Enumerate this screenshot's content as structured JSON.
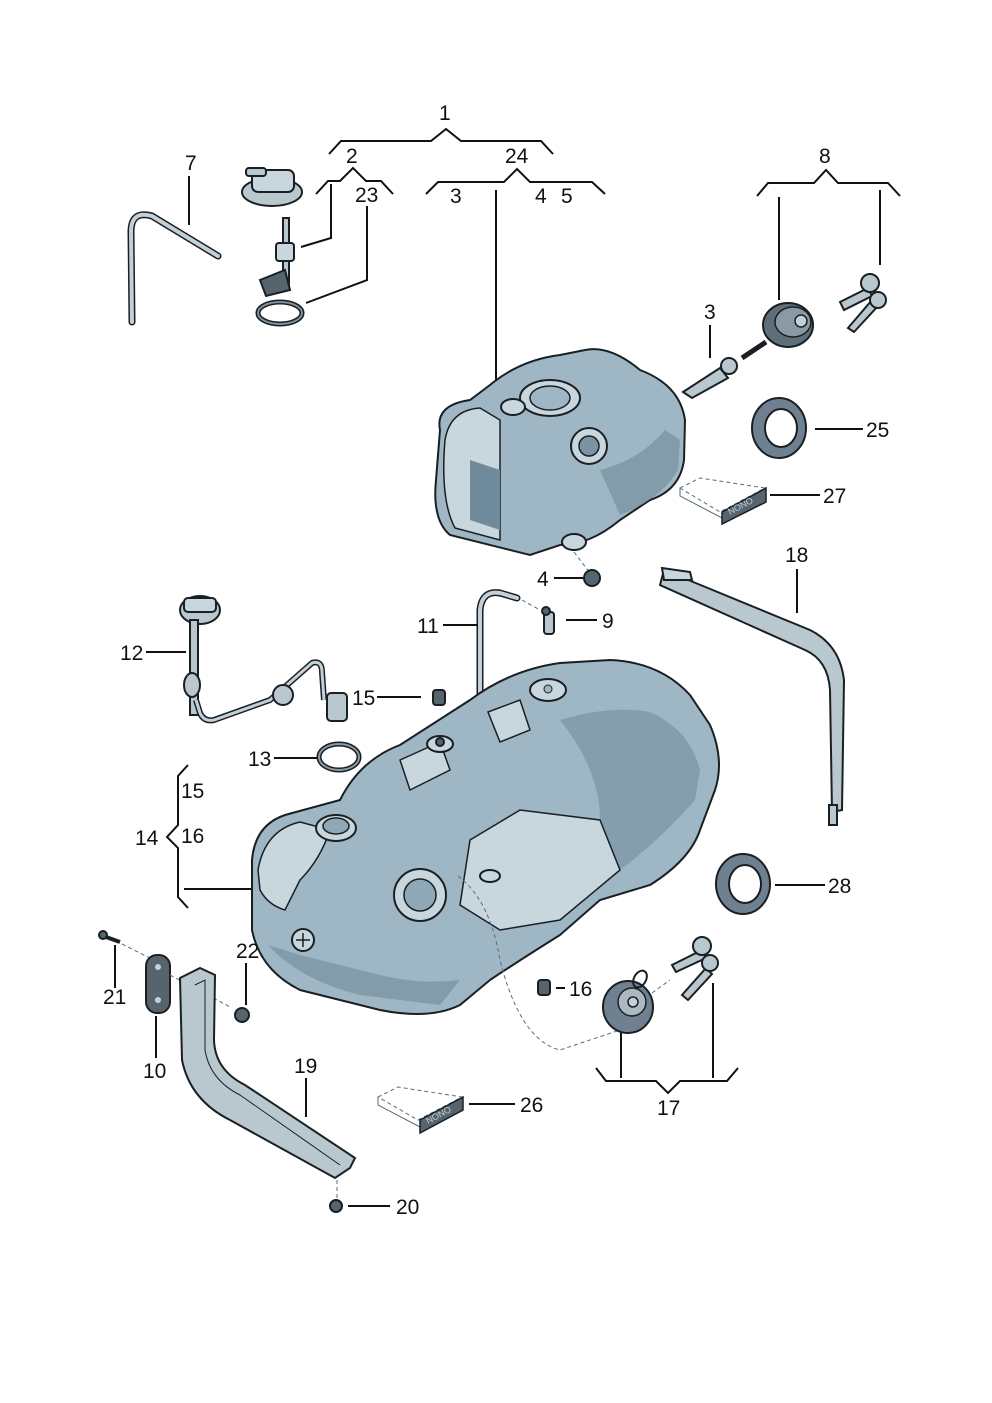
{
  "diagram": {
    "title": "Fuel tank assembly exploded parts diagram",
    "colors": {
      "tank": "#9fb6c4",
      "tank_light": "#c8d6de",
      "tank_dark": "#6f8a9a",
      "line": "#111111"
    },
    "callouts": {
      "c1": "1",
      "c2": "2",
      "c3a": "3",
      "c3b": "3",
      "c4a": "4",
      "c4b": "4",
      "c5": "5",
      "c7": "7",
      "c8": "8",
      "c9": "9",
      "c10": "10",
      "c11": "11",
      "c12": "12",
      "c13": "13",
      "c14": "14",
      "c15a": "15",
      "c15b": "15",
      "c16a": "16",
      "c16b": "16",
      "c17": "17",
      "c18": "18",
      "c19": "19",
      "c20": "20",
      "c21": "21",
      "c22": "22",
      "c23": "23",
      "c24": "24",
      "c25": "25",
      "c26": "26",
      "c27": "27",
      "c28": "28"
    },
    "labels_on_parts": {
      "warning_label_a": "NONO",
      "warning_label_b": "NONO"
    }
  }
}
